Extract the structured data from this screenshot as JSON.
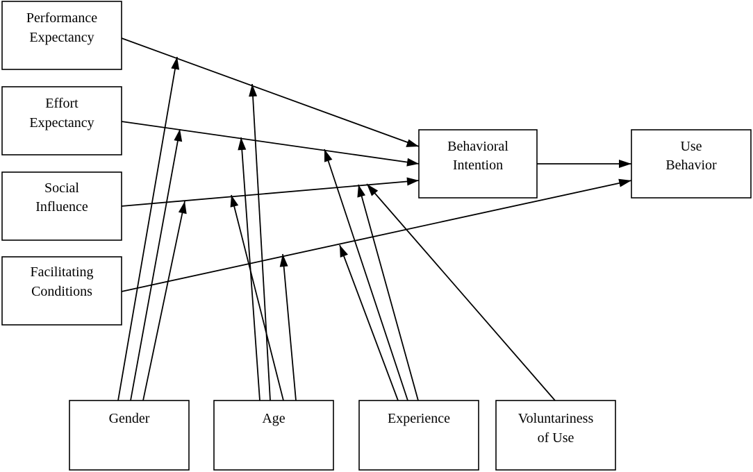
{
  "diagram": {
    "nodes": {
      "performance_expectancy": {
        "line1": "Performance",
        "line2": "Expectancy"
      },
      "effort_expectancy": {
        "line1": "Effort",
        "line2": "Expectancy"
      },
      "social_influence": {
        "line1": "Social",
        "line2": "Influence"
      },
      "facilitating_conditions": {
        "line1": "Facilitating",
        "line2": "Conditions"
      },
      "behavioral_intention": {
        "line1": "Behavioral",
        "line2": "Intention"
      },
      "use_behavior": {
        "line1": "Use",
        "line2": "Behavior"
      },
      "gender": {
        "line1": "Gender"
      },
      "age": {
        "line1": "Age"
      },
      "experience": {
        "line1": "Experience"
      },
      "voluntariness_of_use": {
        "line1": "Voluntariness",
        "line2": "of Use"
      }
    },
    "relationships": [
      {
        "from": "performance_expectancy",
        "to": "behavioral_intention"
      },
      {
        "from": "effort_expectancy",
        "to": "behavioral_intention"
      },
      {
        "from": "social_influence",
        "to": "behavioral_intention"
      },
      {
        "from": "facilitating_conditions",
        "to": "use_behavior"
      },
      {
        "from": "behavioral_intention",
        "to": "use_behavior"
      }
    ],
    "moderations": [
      {
        "moderator": "gender",
        "target": "performance_expectancy -> behavioral_intention"
      },
      {
        "moderator": "gender",
        "target": "effort_expectancy -> behavioral_intention"
      },
      {
        "moderator": "gender",
        "target": "social_influence -> behavioral_intention"
      },
      {
        "moderator": "age",
        "target": "performance_expectancy -> behavioral_intention"
      },
      {
        "moderator": "age",
        "target": "effort_expectancy -> behavioral_intention"
      },
      {
        "moderator": "age",
        "target": "social_influence -> behavioral_intention"
      },
      {
        "moderator": "age",
        "target": "facilitating_conditions -> use_behavior"
      },
      {
        "moderator": "experience",
        "target": "effort_expectancy -> behavioral_intention"
      },
      {
        "moderator": "experience",
        "target": "social_influence -> behavioral_intention"
      },
      {
        "moderator": "experience",
        "target": "facilitating_conditions -> use_behavior"
      },
      {
        "moderator": "voluntariness_of_use",
        "target": "social_influence -> behavioral_intention"
      }
    ]
  }
}
